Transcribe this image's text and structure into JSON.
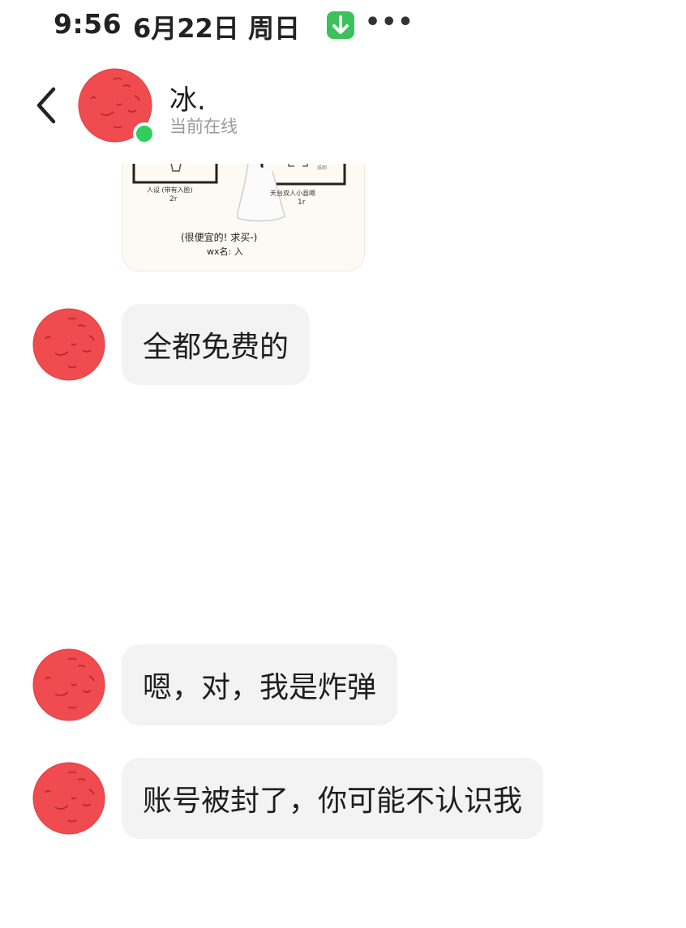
{
  "status_bar": {
    "time": "9:56",
    "date": "6月22日 周日",
    "download_icon": "download-arrow-icon",
    "more": "•••"
  },
  "header": {
    "back_icon": "chevron-left-icon",
    "name": "冰.",
    "status": "当前在线",
    "online_color": "#2fcf5b"
  },
  "image_message": {
    "caption_left": "人设 (带有入脸)",
    "price_left": "2r",
    "caption_right": "天台双人小县嗯",
    "price_right": "1r",
    "line1": "(很便宜的! 求买-)",
    "line2": "wx名: 入"
  },
  "messages": [
    {
      "text": "全都免费的"
    },
    {
      "text": "嗯，对，我是炸弹"
    },
    {
      "text": "账号被封了，你可能不认识我"
    }
  ],
  "colors": {
    "avatar_red": "#f04b4f",
    "bubble_bg": "#f3f3f3",
    "accent_green": "#3cc15a"
  }
}
